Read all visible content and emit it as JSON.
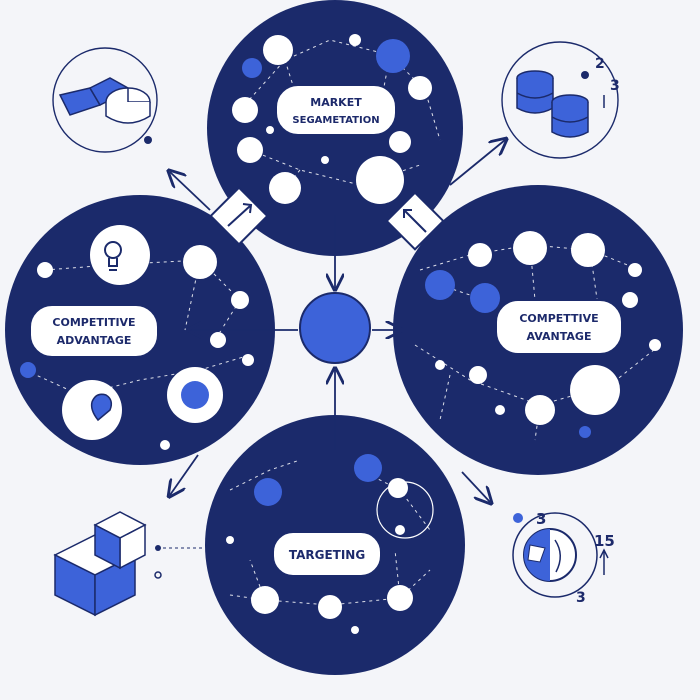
{
  "colors": {
    "navy": "#1b2a6b",
    "blue": "#3d63d9",
    "white": "#ffffff",
    "background": "#f4f5f9",
    "ink": "#1d2a6b"
  },
  "nodes": {
    "market_segmentation": {
      "line1": "MARKET",
      "line2": "SEGAMETATION"
    },
    "competitive_left": {
      "line1": "COMPETITIVE",
      "line2": "ADVANTAGE"
    },
    "competitive_right": {
      "line1": "COMPETTIVE",
      "line2": "AVANTAGE"
    },
    "targeting": {
      "line1": "TARGETING"
    }
  },
  "icons": {
    "top_left": "pie-chart-icon",
    "top_right": "database-stack-icon",
    "mid_left": "lightbulb-icon",
    "bottom_left": "cube-blocks-icon",
    "bottom_right": "globe-cycle-icon"
  },
  "annotations": {
    "top_right_1": "2",
    "top_right_2": "3",
    "bottom_right_1": "3",
    "bottom_right_2": "15",
    "bottom_right_3": "3"
  }
}
